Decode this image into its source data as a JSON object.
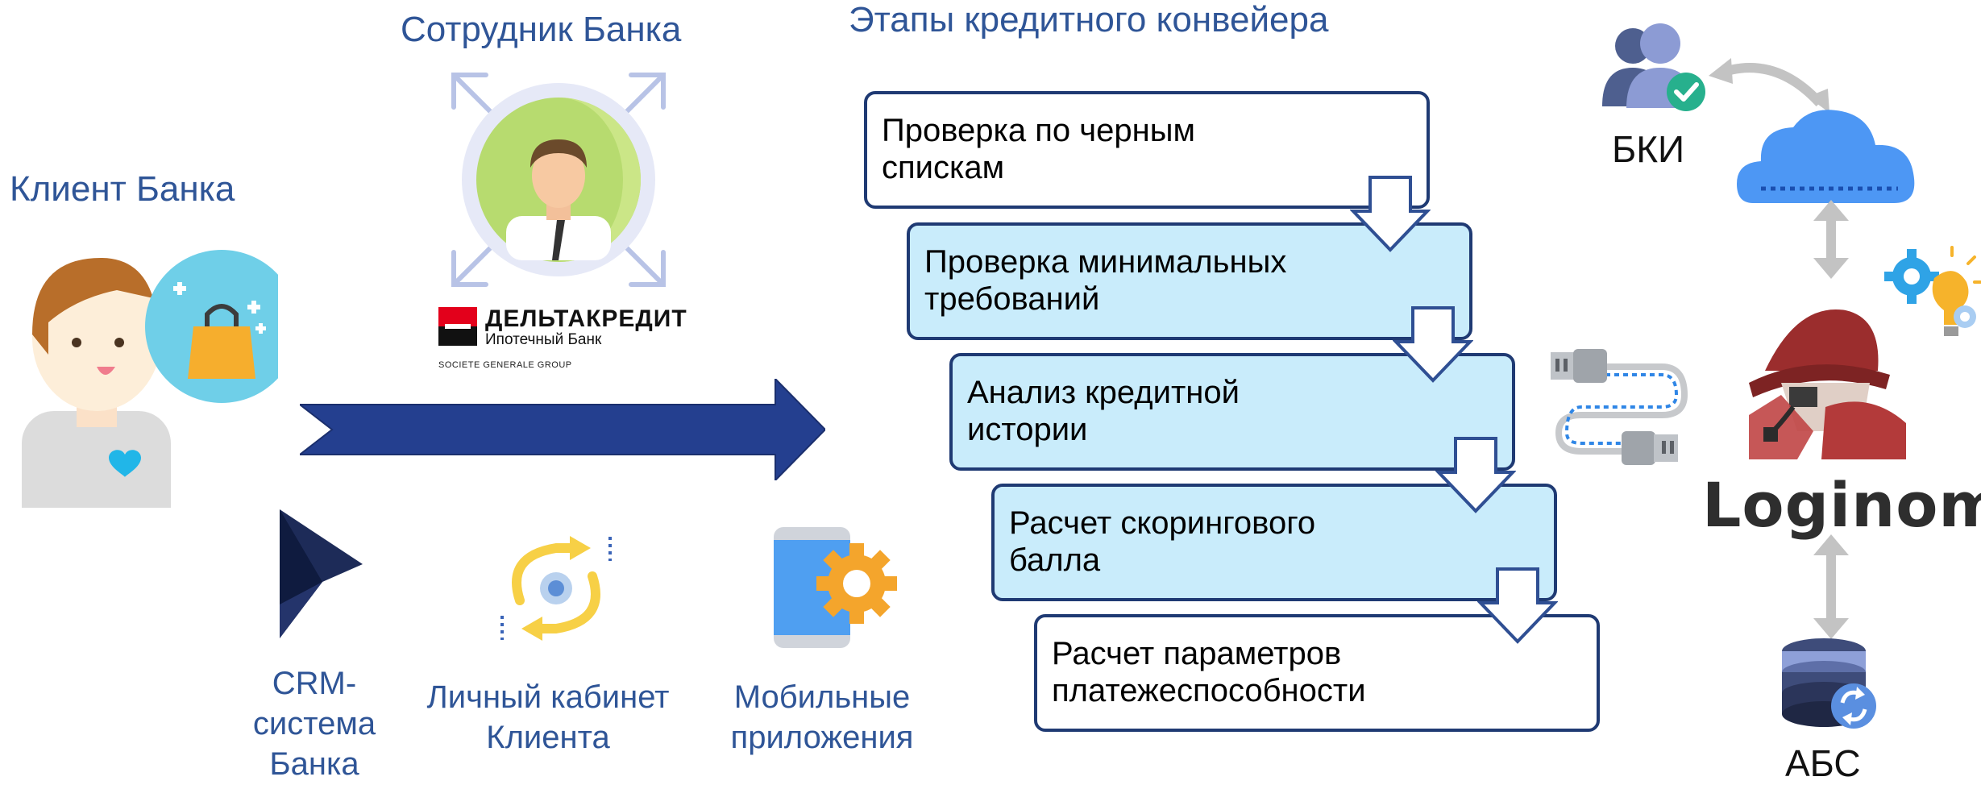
{
  "headings": {
    "client": "Клиент Банка",
    "employee": "Сотрудник Банка",
    "conveyor": "Этапы кредитного конвейера"
  },
  "logo": {
    "brand_name": "ДЕЛЬТАКРЕДИТ",
    "brand_subtitle": "Ипотечный Банк",
    "group": "SOCIETE GENERALE GROUP"
  },
  "channels": [
    {
      "label": "CRM-\nсистема\nБанка",
      "icon": "dynamics-crm-icon"
    },
    {
      "label": "Личный кабинет\nКлиента",
      "icon": "personal-account-sync-icon"
    },
    {
      "label": "Мобильные\nприложения",
      "icon": "mobile-app-gear-icon"
    }
  ],
  "stages": [
    "Проверка по черным\nспискам",
    "Проверка минимальных\nтребований",
    "Анализ кредитной\nистории",
    "Расчет скорингового\nбалла",
    "Расчет параметров\nплатежеспособности"
  ],
  "systems": {
    "bki": "БКИ",
    "loginom": "Loginom",
    "abs": "АБС"
  },
  "colors": {
    "heading_blue": "#2f5597",
    "arrow_navy": "#243f8f",
    "stage_border": "#1f3a73",
    "stage_fill_light": "#c9ecfb",
    "cloud_blue": "#4d97f4",
    "brand_red": "#e3001b"
  }
}
